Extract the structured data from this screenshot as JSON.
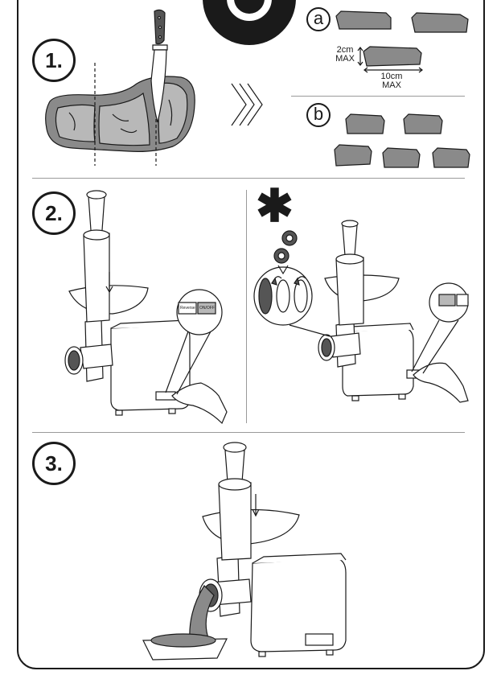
{
  "steps": {
    "one": "1.",
    "two": "2.",
    "three": "3."
  },
  "options": {
    "a": "a",
    "b": "b"
  },
  "dimensions": {
    "height_value": "2cm",
    "height_limit": "MAX",
    "length_value": "10cm",
    "length_limit": "MAX"
  },
  "note_symbol": "✱",
  "switch_labels": {
    "reverse": "Reverse",
    "onoff": "ON/OFF"
  },
  "colors": {
    "ink": "#1a1a1a",
    "meat": "#8a8a8a",
    "divider": "#9a9a9a"
  },
  "icons": [
    "logo-icon",
    "knife-icon",
    "chevron-arrows-icon",
    "gear-icon",
    "rotation-arrow-icon",
    "down-arrow-icon"
  ]
}
